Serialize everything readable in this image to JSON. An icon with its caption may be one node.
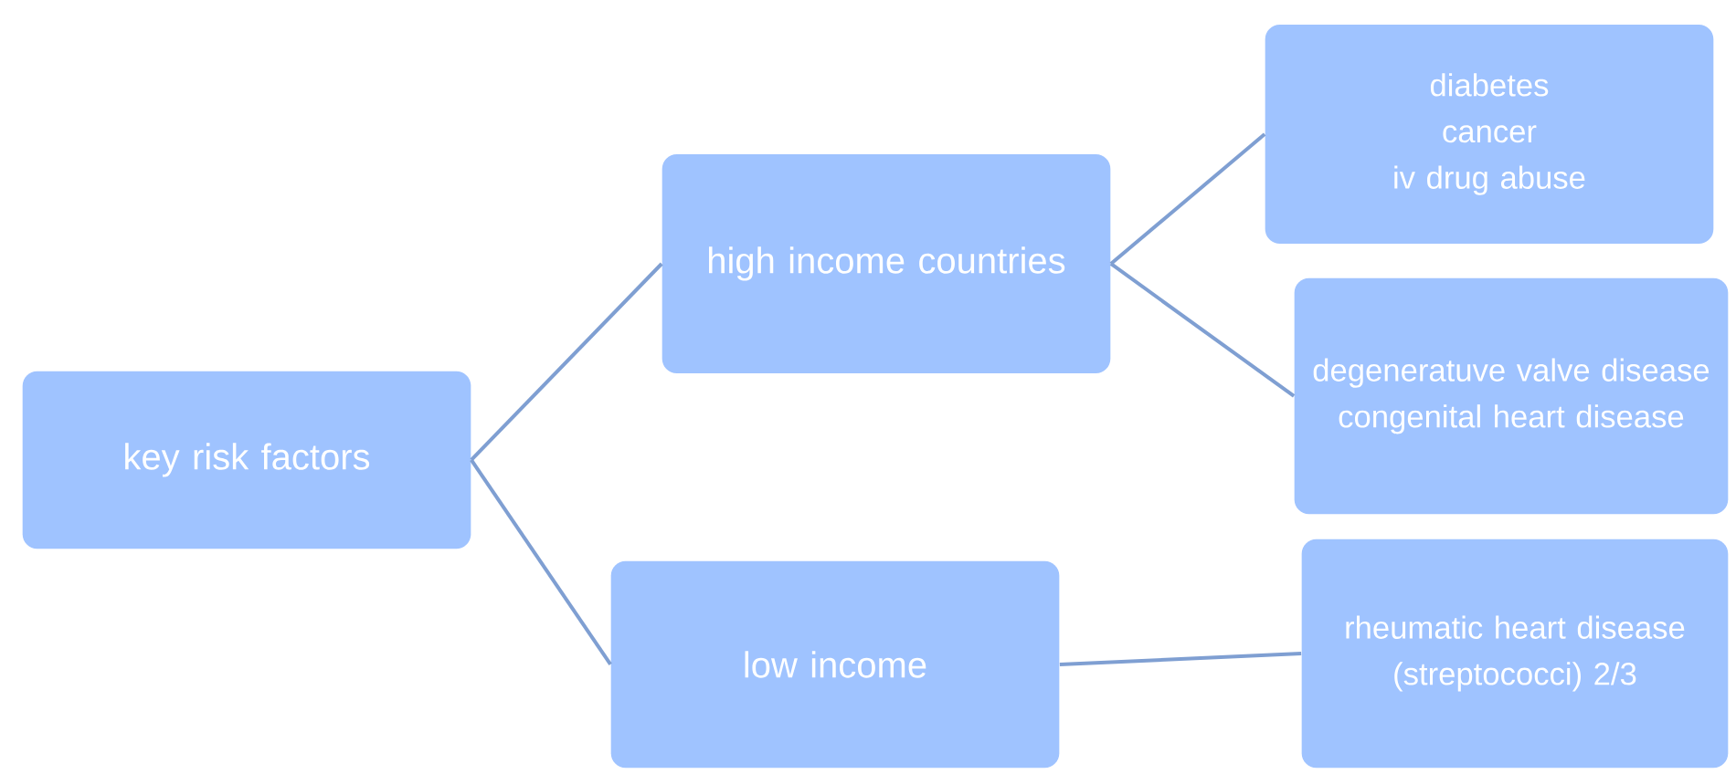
{
  "diagram": {
    "nodes": [
      {
        "text": [
          "key risk factors"
        ]
      },
      {
        "text": [
          "high income countries"
        ]
      },
      {
        "text": [
          "low income"
        ]
      },
      {
        "text": [
          "diabetes",
          "cancer",
          "iv drug abuse"
        ]
      },
      {
        "text": [
          "degeneratuve valve disease",
          "congenital heart disease"
        ]
      },
      {
        "text": [
          "rheumatic heart disease",
          "(streptococci) 2/3"
        ]
      }
    ],
    "edges": [
      {
        "from": 0,
        "to": 1,
        "arrow": "none"
      },
      {
        "from": 0,
        "to": 2,
        "arrow": "none"
      },
      {
        "from": 1,
        "to": 3,
        "arrow": "none"
      },
      {
        "from": 1,
        "to": 4,
        "arrow": "none"
      },
      {
        "from": 2,
        "to": 5,
        "arrow": "none"
      }
    ]
  }
}
